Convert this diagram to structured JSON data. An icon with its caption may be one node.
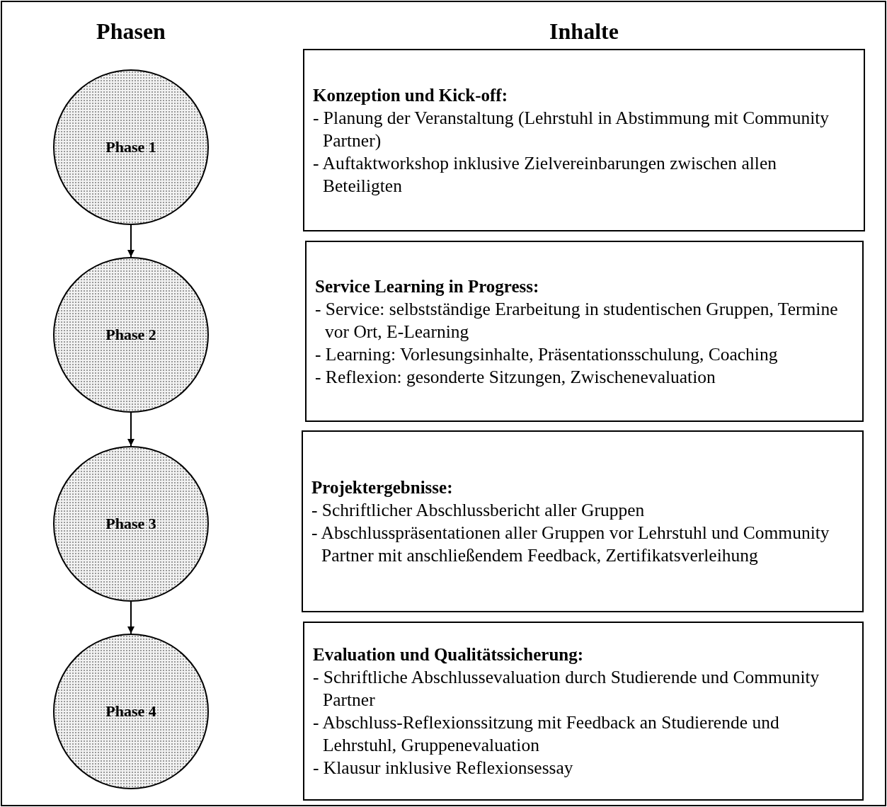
{
  "diagram": {
    "nodes": [
      {
        "text": [
          "Phase 1"
        ]
      },
      {
        "text": [
          "Konzeption und Kick-off:",
          "- Planung der Veranstaltung (Lehrstuhl in Abstimmung mit Community Partner)",
          "- Auftaktworkshop inklusive Zielvereinbarungen zwischen allen Beteiligten"
        ]
      },
      {
        "text": [
          "Phase 2"
        ]
      },
      {
        "text": [
          "Service Learning in Progress:",
          "- Service: selbstständige Erarbeitung in studentischen Gruppen, Termine vor Ort, E-Learning",
          "- Learning: Vorlesungsinhalte, Präsentationsschulung, Coaching",
          "- Reflexion: gesonderte Sitzungen, Zwischenevaluation"
        ]
      },
      {
        "text": [
          "Phase 3"
        ]
      },
      {
        "text": [
          "Projektergebnisse:",
          "- Schriftlicher Abschlussbericht aller Gruppen",
          "- Abschlusspräsentationen aller Gruppen vor Lehrstuhl und Community Partner mit anschließendem Feedback, Zertifikatsverleihung"
        ]
      },
      {
        "text": [
          "Phase 4"
        ]
      },
      {
        "text": [
          "Evaluation und Qualitätssicherung:",
          "- Schriftliche Abschlussevaluation durch Studierende und Community Partner",
          "- Abschluss-Reflexionssitzung mit Feedback an Studierende und Lehrstuhl, Gruppenevaluation",
          "- Klausur inklusive Reflexionsessay"
        ]
      }
    ],
    "edges": [
      {
        "from": 0,
        "to": 2,
        "arrow": "to"
      },
      {
        "from": 2,
        "to": 4,
        "arrow": "to"
      },
      {
        "from": 4,
        "to": 6,
        "arrow": "to"
      }
    ],
    "labels": [
      "Phasen",
      "Inhalte"
    ]
  }
}
